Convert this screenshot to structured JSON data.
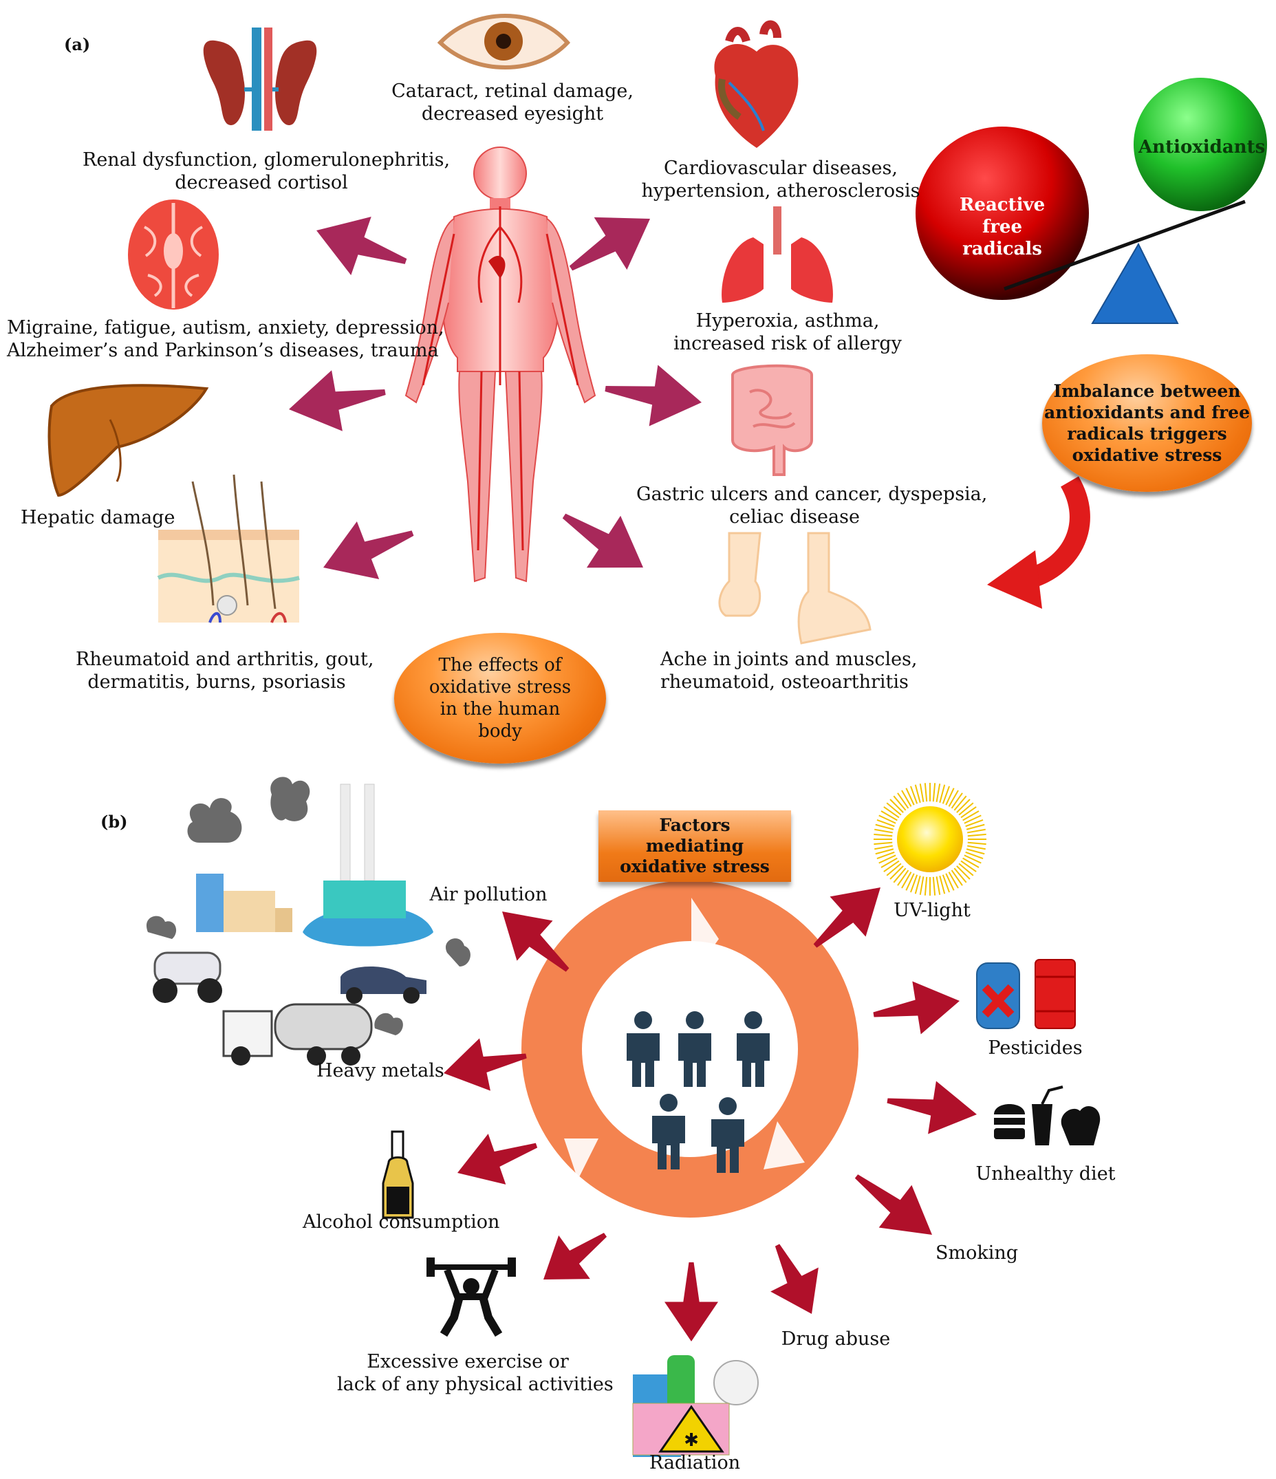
{
  "panels": {
    "a": "(a)",
    "b": "(b)"
  },
  "panel_a": {
    "eye": [
      "Cataract, retinal damage,",
      "decreased eyesight"
    ],
    "kidney": [
      "Renal dysfunction, glomerulonephritis,",
      "decreased cortisol"
    ],
    "heart": [
      "Cardiovascular diseases,",
      "hypertension, atherosclerosis"
    ],
    "brain": [
      "Migraine, fatigue, autism, anxiety, depression,",
      "Alzheimer’s and Parkinson’s diseases, trauma"
    ],
    "lungs": [
      "Hyperoxia, asthma,",
      "increased risk of allergy"
    ],
    "liver": [
      "Hepatic damage"
    ],
    "intestine": [
      "Gastric ulcers and cancer, dyspepsia,",
      "celiac disease"
    ],
    "skin": [
      "Rheumatoid and arthritis, gout,",
      "dermatitis, burns, psoriasis"
    ],
    "joints": [
      "Ache in joints and muscles,",
      "rheumatoid, osteoarthritis"
    ],
    "center": [
      "The effects of",
      "oxidative stress",
      "in the human",
      "body"
    ],
    "balance": {
      "free_radicals": [
        "Reactive",
        "free",
        "radicals"
      ],
      "antioxidants": [
        "Antioxidants"
      ],
      "imbalance": [
        "Imbalance between",
        "antioxidants and free",
        "radicals triggers",
        "oxidative stress"
      ]
    }
  },
  "panel_b": {
    "title": [
      "Factors",
      "mediating",
      "oxidative stress"
    ],
    "air_pollution": [
      "Air pollution"
    ],
    "heavy_metals": [
      "Heavy metals"
    ],
    "alcohol": [
      "Alcohol consumption"
    ],
    "exercise": [
      "Excessive exercise or",
      "lack of any physical activities"
    ],
    "radiation": [
      "Radiation"
    ],
    "drug_abuse": [
      "Drug abuse"
    ],
    "smoking": [
      "Smoking"
    ],
    "diet": [
      "Unhealthy diet"
    ],
    "pesticides": [
      "Pesticides"
    ],
    "uv": [
      "UV-light"
    ]
  },
  "colors": {
    "arrow_a": "#a8285a",
    "arrow_b": "#b0102a",
    "ring": "#f4834f",
    "people": "#263e52",
    "red_ball": "#d40000",
    "green_ball": "#20c02a",
    "triangle": "#1f6fc8",
    "oval_orange": "#f07410"
  }
}
